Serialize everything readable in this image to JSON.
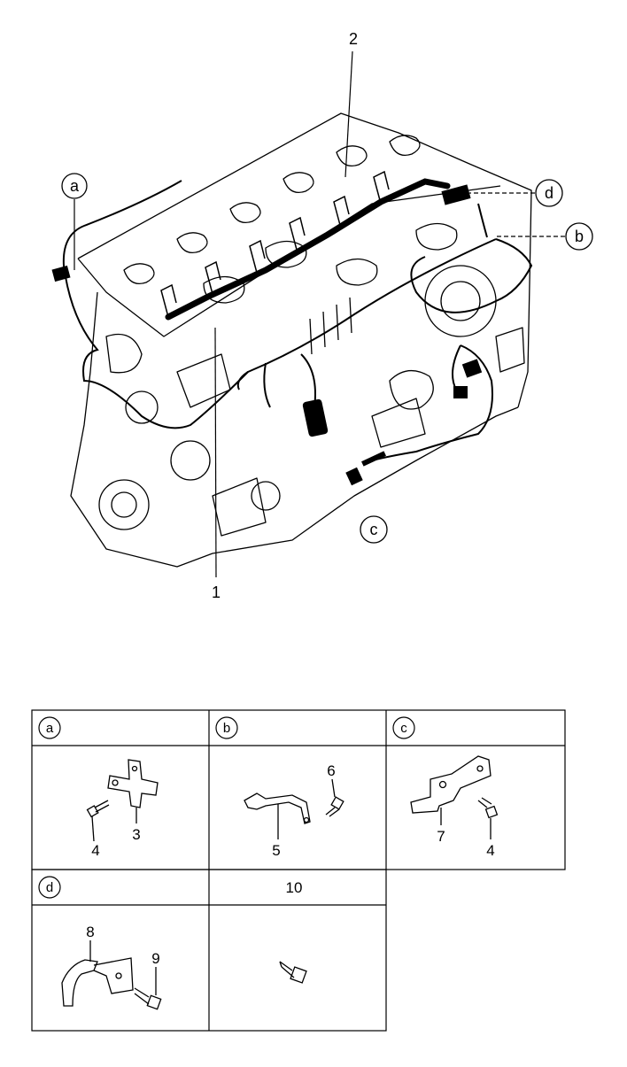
{
  "main_diagram": {
    "callouts": {
      "part1": "1",
      "part2": "2",
      "a": "a",
      "b": "b",
      "c": "c",
      "d": "d"
    }
  },
  "detail_table": {
    "cells": [
      {
        "id": "a",
        "label": "a",
        "numbers": [
          "3",
          "4"
        ]
      },
      {
        "id": "b",
        "label": "b",
        "numbers": [
          "6",
          "5"
        ]
      },
      {
        "id": "c",
        "label": "c",
        "numbers": [
          "7",
          "4"
        ]
      },
      {
        "id": "d",
        "label": "d",
        "numbers": [
          "8",
          "9"
        ]
      },
      {
        "id": "10",
        "label": "10"
      }
    ]
  }
}
